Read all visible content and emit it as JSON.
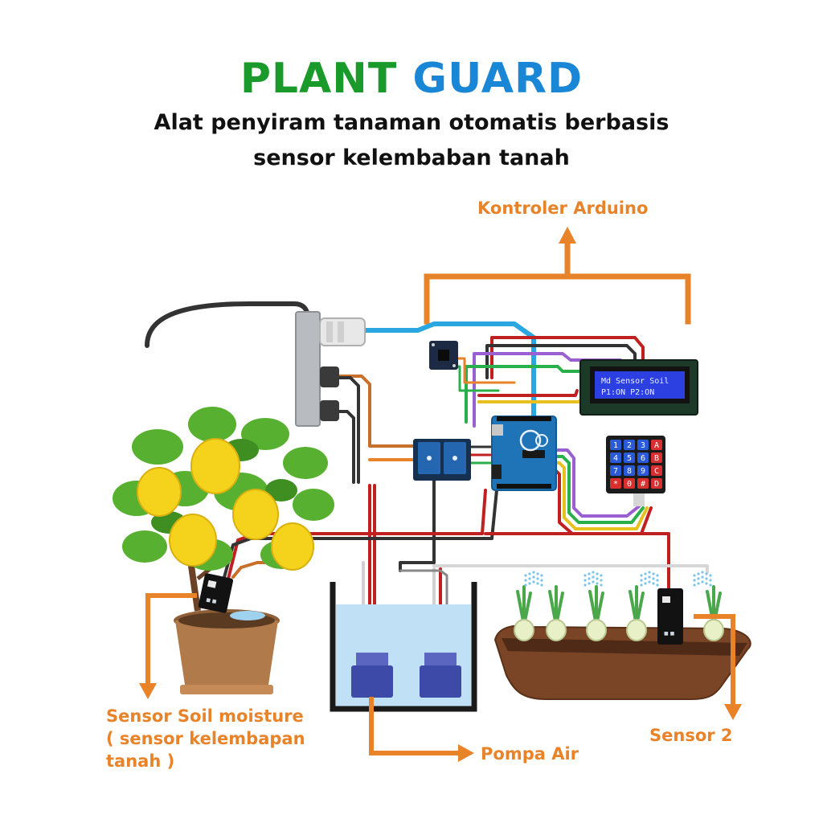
{
  "header": {
    "title_part1": "PLANT",
    "title_part2": "GUARD",
    "subtitle_line1": "Alat penyiram tanaman otomatis berbasis",
    "subtitle_line2": "sensor kelembaban tanah"
  },
  "labels": {
    "controller": "Kontroler Arduino",
    "sensor_soil_line1": "Sensor Soil moisture",
    "sensor_soil_line2": "( sensor kelembapan",
    "sensor_soil_line3": "tanah )",
    "pump": "Pompa Air",
    "sensor2": "Sensor  2"
  },
  "lcd": {
    "line1": "Md Sensor Soil",
    "line2": "P1:ON    P2:ON"
  },
  "keypad": {
    "keys": [
      "1",
      "2",
      "3",
      "A",
      "4",
      "5",
      "6",
      "B",
      "7",
      "8",
      "9",
      "C",
      "*",
      "0",
      "#",
      "D"
    ]
  },
  "colors": {
    "accent_orange": "#e8832a",
    "title_green": "#1a9a2a",
    "title_blue": "#1a86d6",
    "water": "#bfe0f5",
    "pump_blue": "#3d4aa8",
    "arduino": "#1f73b7",
    "relay": "#1d5fa0",
    "leaf": "#58b030",
    "lemon": "#f5d21c",
    "pot": "#b07a4a",
    "soil": "#6a3a22"
  },
  "icons": [
    "tree-icon",
    "onion-plant-icon",
    "water-pump-icon",
    "power-strip-icon",
    "arduino-board-icon",
    "relay-module-icon",
    "lcd-display-icon",
    "keypad-icon",
    "soil-sensor-icon",
    "rtc-module-icon"
  ]
}
